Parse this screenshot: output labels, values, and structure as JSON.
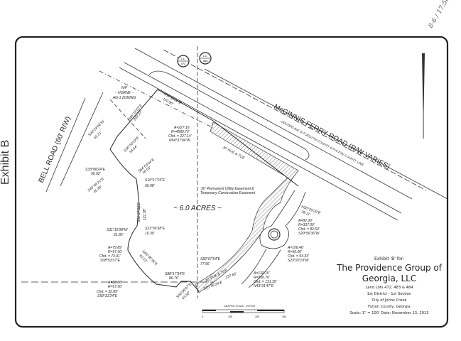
{
  "side_label": "Exhibit B",
  "handwritten_note": "8-6 / 17:58",
  "land_lot_markers": [
    {
      "prefix": "L.L.",
      "number": "472"
    },
    {
      "prefix": "L.L.",
      "number": "484"
    }
  ],
  "roads": {
    "mcginnis": "McGINNIS FERRY ROAD (R/W VARIES)",
    "county_line": "CENTERLINE IS FORSYTH COUNTY & FULTON COUNTY LINE",
    "bell": "BELL ROAD (60' R/W)"
  },
  "adjoiner": [
    "N/F",
    "~ HORNE ~",
    "AG-1 ZONING"
  ],
  "acreage": "~ 6.0 ACRES ~",
  "easement_note": [
    "30' Permanent Utility Easement &",
    "Temporary Construction Easement"
  ],
  "bearings": [
    {
      "b": "N45°16'53\"E",
      "d": "202.27'"
    },
    {
      "b": "S56°38'20\"E",
      "d": "110.90'"
    },
    {
      "b": "S36°53'19\"E",
      "d": "54.64'"
    },
    {
      "b": "S34°24'06\"W",
      "d": "65.21'"
    },
    {
      "b": "S33°08'24\"E",
      "d": "56.92'"
    },
    {
      "b": "S64°03'54\"E",
      "d": "18.53'"
    },
    {
      "b": "S43°46'21\"E",
      "d": "45.39'"
    },
    {
      "b": "S10°17'19\"E",
      "d": "60.98'"
    },
    {
      "b": "S02°27'08\"E",
      "d": "121.38'"
    },
    {
      "b": "S31°15'08\"W",
      "d": "21.85'"
    },
    {
      "b": "S21°36'38\"E",
      "d": "16.30'"
    },
    {
      "b": "S46°35'35\"E",
      "d": "62.13'"
    },
    {
      "b": "S88°17'34\"E",
      "d": "86.76'"
    },
    {
      "b": "S82°07'54\"E",
      "d": "77.56'"
    },
    {
      "b": "S40°09'47\"E",
      "d": "43.50'"
    },
    {
      "b": "N58°56'29\"E",
      "d": "38.11'"
    },
    {
      "b": "S55°56'29\"E",
      "d": "137.65'"
    }
  ],
  "curves": [
    [
      "A=227.16'",
      "R=4580.73'",
      "Chd. = 227.14'",
      "N54°37'04\"W"
    ],
    [
      "A=79.89'",
      "R=57.00'",
      "Chd. = 73.31'",
      "S08°53'37\"E"
    ],
    [
      "A=33.36'",
      "R=57.00'",
      "Chd. = 32.89'",
      "S59°31'24\"E"
    ],
    [
      "A=82.90'",
      "R=337.00'",
      "Chd. = 82.69'",
      "S29°56'36\"W"
    ],
    [
      "A=108.46'",
      "R=56.00'",
      "Chd. = 93.33'",
      "S23°20'19\"W"
    ],
    [
      "A=132.10'",
      "R=356.76'",
      "Chd. = 131.35'",
      "N43°31'47\"E"
    ]
  ],
  "easement_labels": [
    "30' PUE & TCE",
    "30' PUE & TCE"
  ],
  "graphic_scale": {
    "title": "GRAPHIC SCALE - IN FEET",
    "ticks": [
      "0",
      "100",
      "200",
      "300"
    ]
  },
  "title_block": {
    "line1": "Exhibit 'B' for:",
    "line2": "The Providence Group of",
    "line3": "Georgia, LLC",
    "line4": "Land Lots 472, 483 & 484",
    "line5": "1st District - 1st Section",
    "line6": "City of Johns Creek",
    "line7": "Fulton County, Georgia",
    "line8": "Scale: 1\" = 100'   Date: November 13, 2013"
  }
}
